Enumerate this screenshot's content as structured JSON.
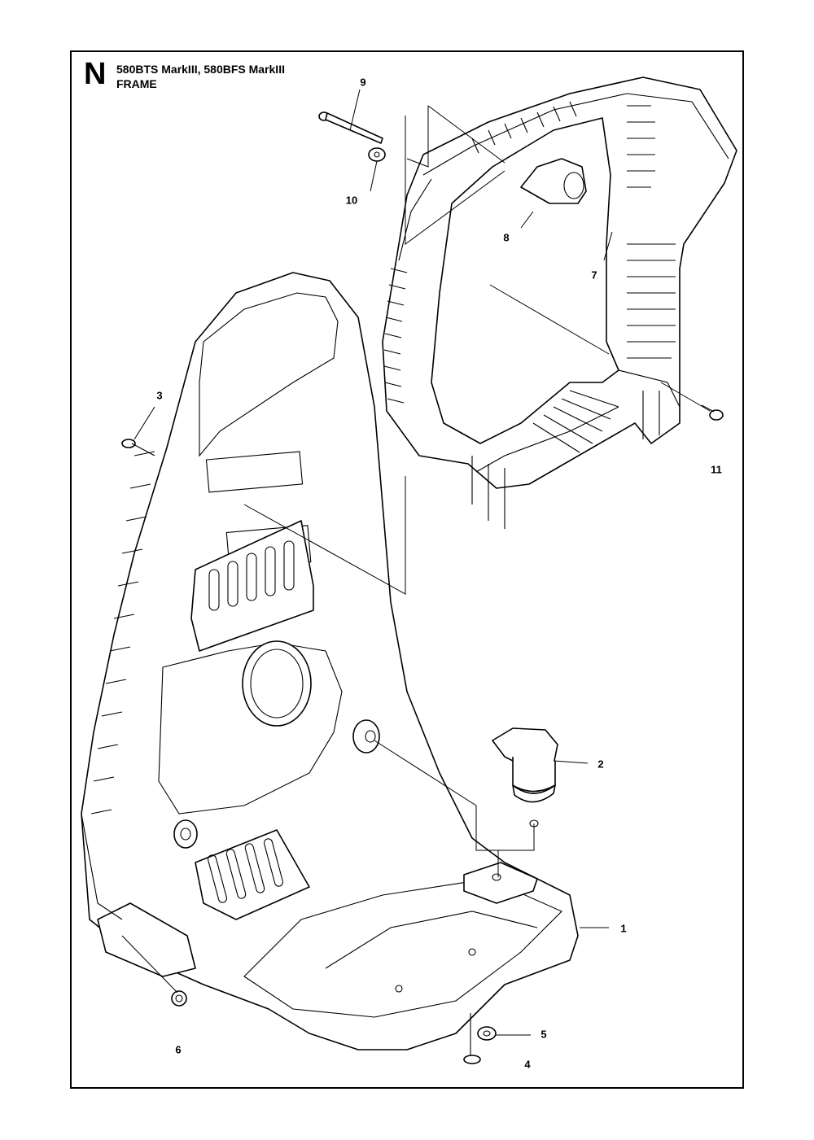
{
  "header": {
    "section_letter": "N",
    "model_line": "580BTS MarkIII, 580BFS MarkIII",
    "title": "FRAME"
  },
  "callouts": [
    {
      "id": "1",
      "label": "1"
    },
    {
      "id": "2",
      "label": "2"
    },
    {
      "id": "3",
      "label": "3"
    },
    {
      "id": "4",
      "label": "4"
    },
    {
      "id": "5",
      "label": "5"
    },
    {
      "id": "6",
      "label": "6"
    },
    {
      "id": "7",
      "label": "7"
    },
    {
      "id": "8",
      "label": "8"
    },
    {
      "id": "9",
      "label": "9"
    },
    {
      "id": "10",
      "label": "10"
    },
    {
      "id": "11",
      "label": "11"
    }
  ]
}
